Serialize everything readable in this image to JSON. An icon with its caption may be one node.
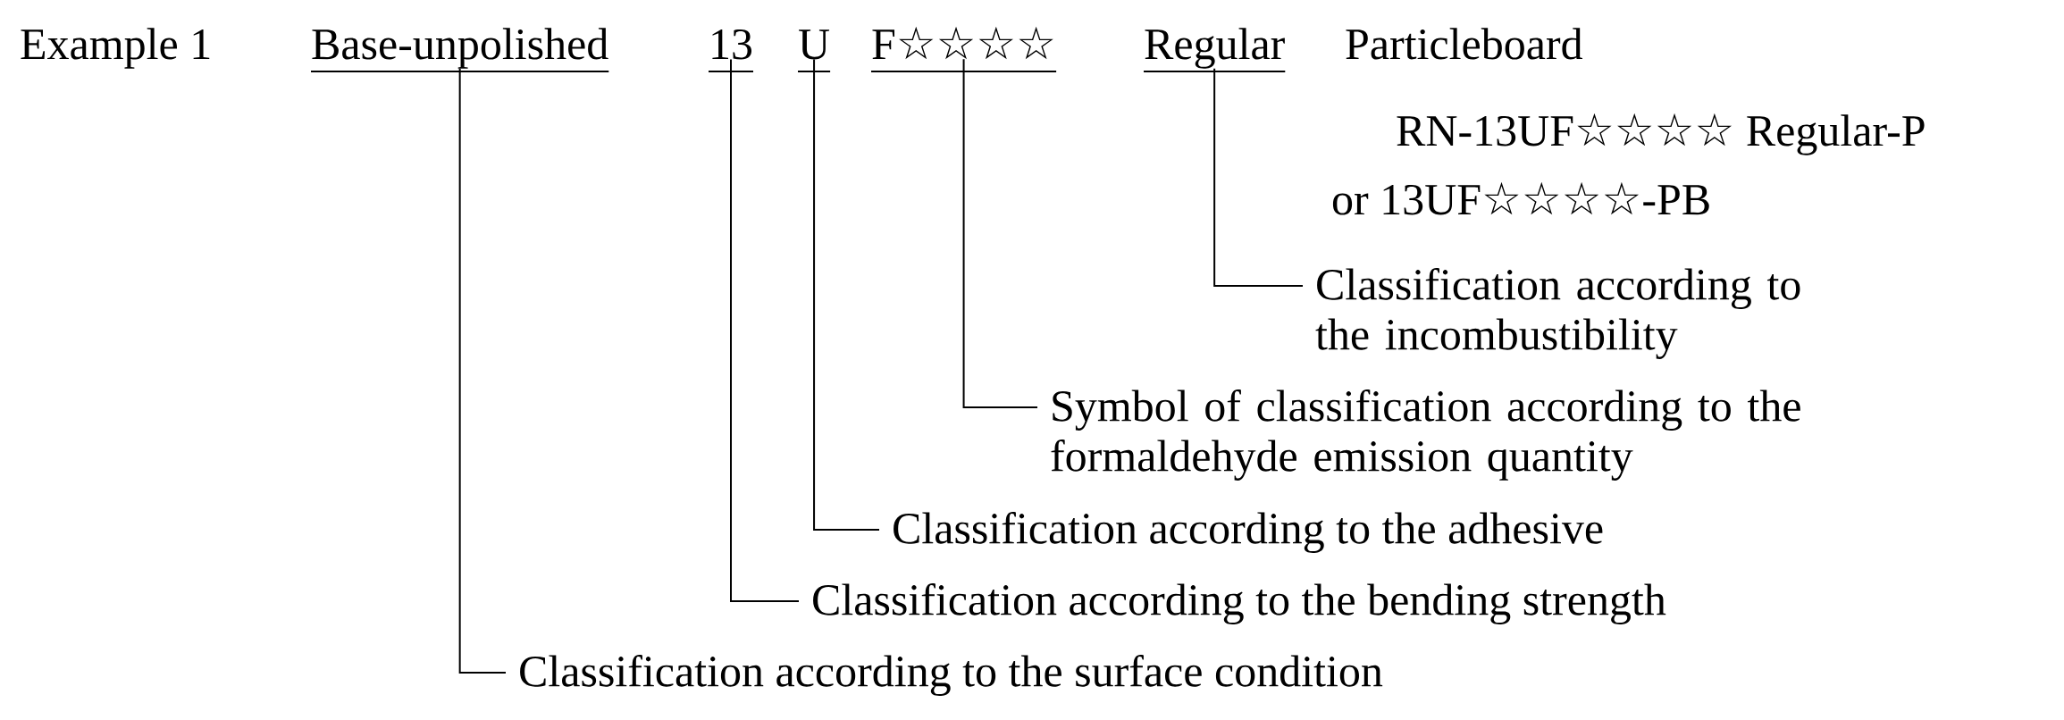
{
  "diagram": {
    "nodes": [
      {
        "text": [
          "Base-unpolished"
        ]
      },
      {
        "text": [
          "13"
        ]
      },
      {
        "text": [
          "U"
        ]
      },
      {
        "text": [
          "F☆☆☆☆"
        ]
      },
      {
        "text": [
          "Regular"
        ]
      },
      {
        "text": [
          "Classification according to the incombustibility"
        ]
      },
      {
        "text": [
          "Symbol of classification according to the formaldehyde emission quantity"
        ]
      },
      {
        "text": [
          "Classification according to the adhesive"
        ]
      },
      {
        "text": [
          "Classification according to the bending strength"
        ]
      },
      {
        "text": [
          "Classification according to the surface condition"
        ]
      }
    ],
    "edges": [
      {
        "from": 5,
        "to": 4,
        "arrow": "none"
      },
      {
        "from": 6,
        "to": 3,
        "arrow": "none"
      },
      {
        "from": 7,
        "to": 2,
        "arrow": "none"
      },
      {
        "from": 8,
        "to": 1,
        "arrow": "none"
      },
      {
        "from": 9,
        "to": 0,
        "arrow": "none"
      }
    ],
    "labels": [
      "Example 1",
      "Particleboard",
      "RN-13UF☆☆☆☆ Regular-P",
      "or 13UF☆☆☆☆-PB"
    ]
  }
}
